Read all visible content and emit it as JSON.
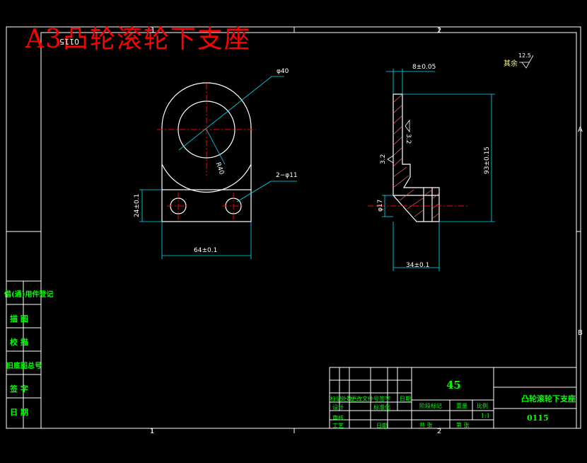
{
  "drawing": {
    "title_big": "A3凸轮滚轮下支座",
    "mirrored_code": "0115",
    "material": "45",
    "part_name": "凸轮滚轮下支座",
    "drawing_number": "0115",
    "scale": "1:1",
    "roughness_note": "其余",
    "roughness_value": "12.5"
  },
  "zones": {
    "top1": "1",
    "top2": "2",
    "bot1": "1",
    "bot2": "2",
    "rightA": "A",
    "rightB": "B"
  },
  "dimensions": {
    "d40": "φ40",
    "r40": "R40",
    "holes": "2−φ11",
    "h24": "24±0.1",
    "w64": "64±0.1",
    "t8": "8±0.05",
    "h93": "93±0.15",
    "d17": "φ17",
    "w34": "34±0.1",
    "ra32a": "3.2",
    "ra32b": "3.2"
  },
  "side_stamps": [
    "借(通)用件登记",
    "描 图",
    "校 描",
    "旧底图总号",
    "签 字",
    "日 期"
  ],
  "title_block": {
    "rev_row1": [
      "标记",
      "处数",
      "更改文件号",
      "签字",
      "日期"
    ],
    "rev_row2": [
      "设计",
      "标准化"
    ],
    "rev_row3": [
      "审核"
    ],
    "rev_row4": [
      "工艺",
      "日期"
    ],
    "stage": "阶段标记",
    "weight": "重量",
    "ratio": "比例",
    "sheet_total": "共  张",
    "sheet_no": "第  张"
  }
}
